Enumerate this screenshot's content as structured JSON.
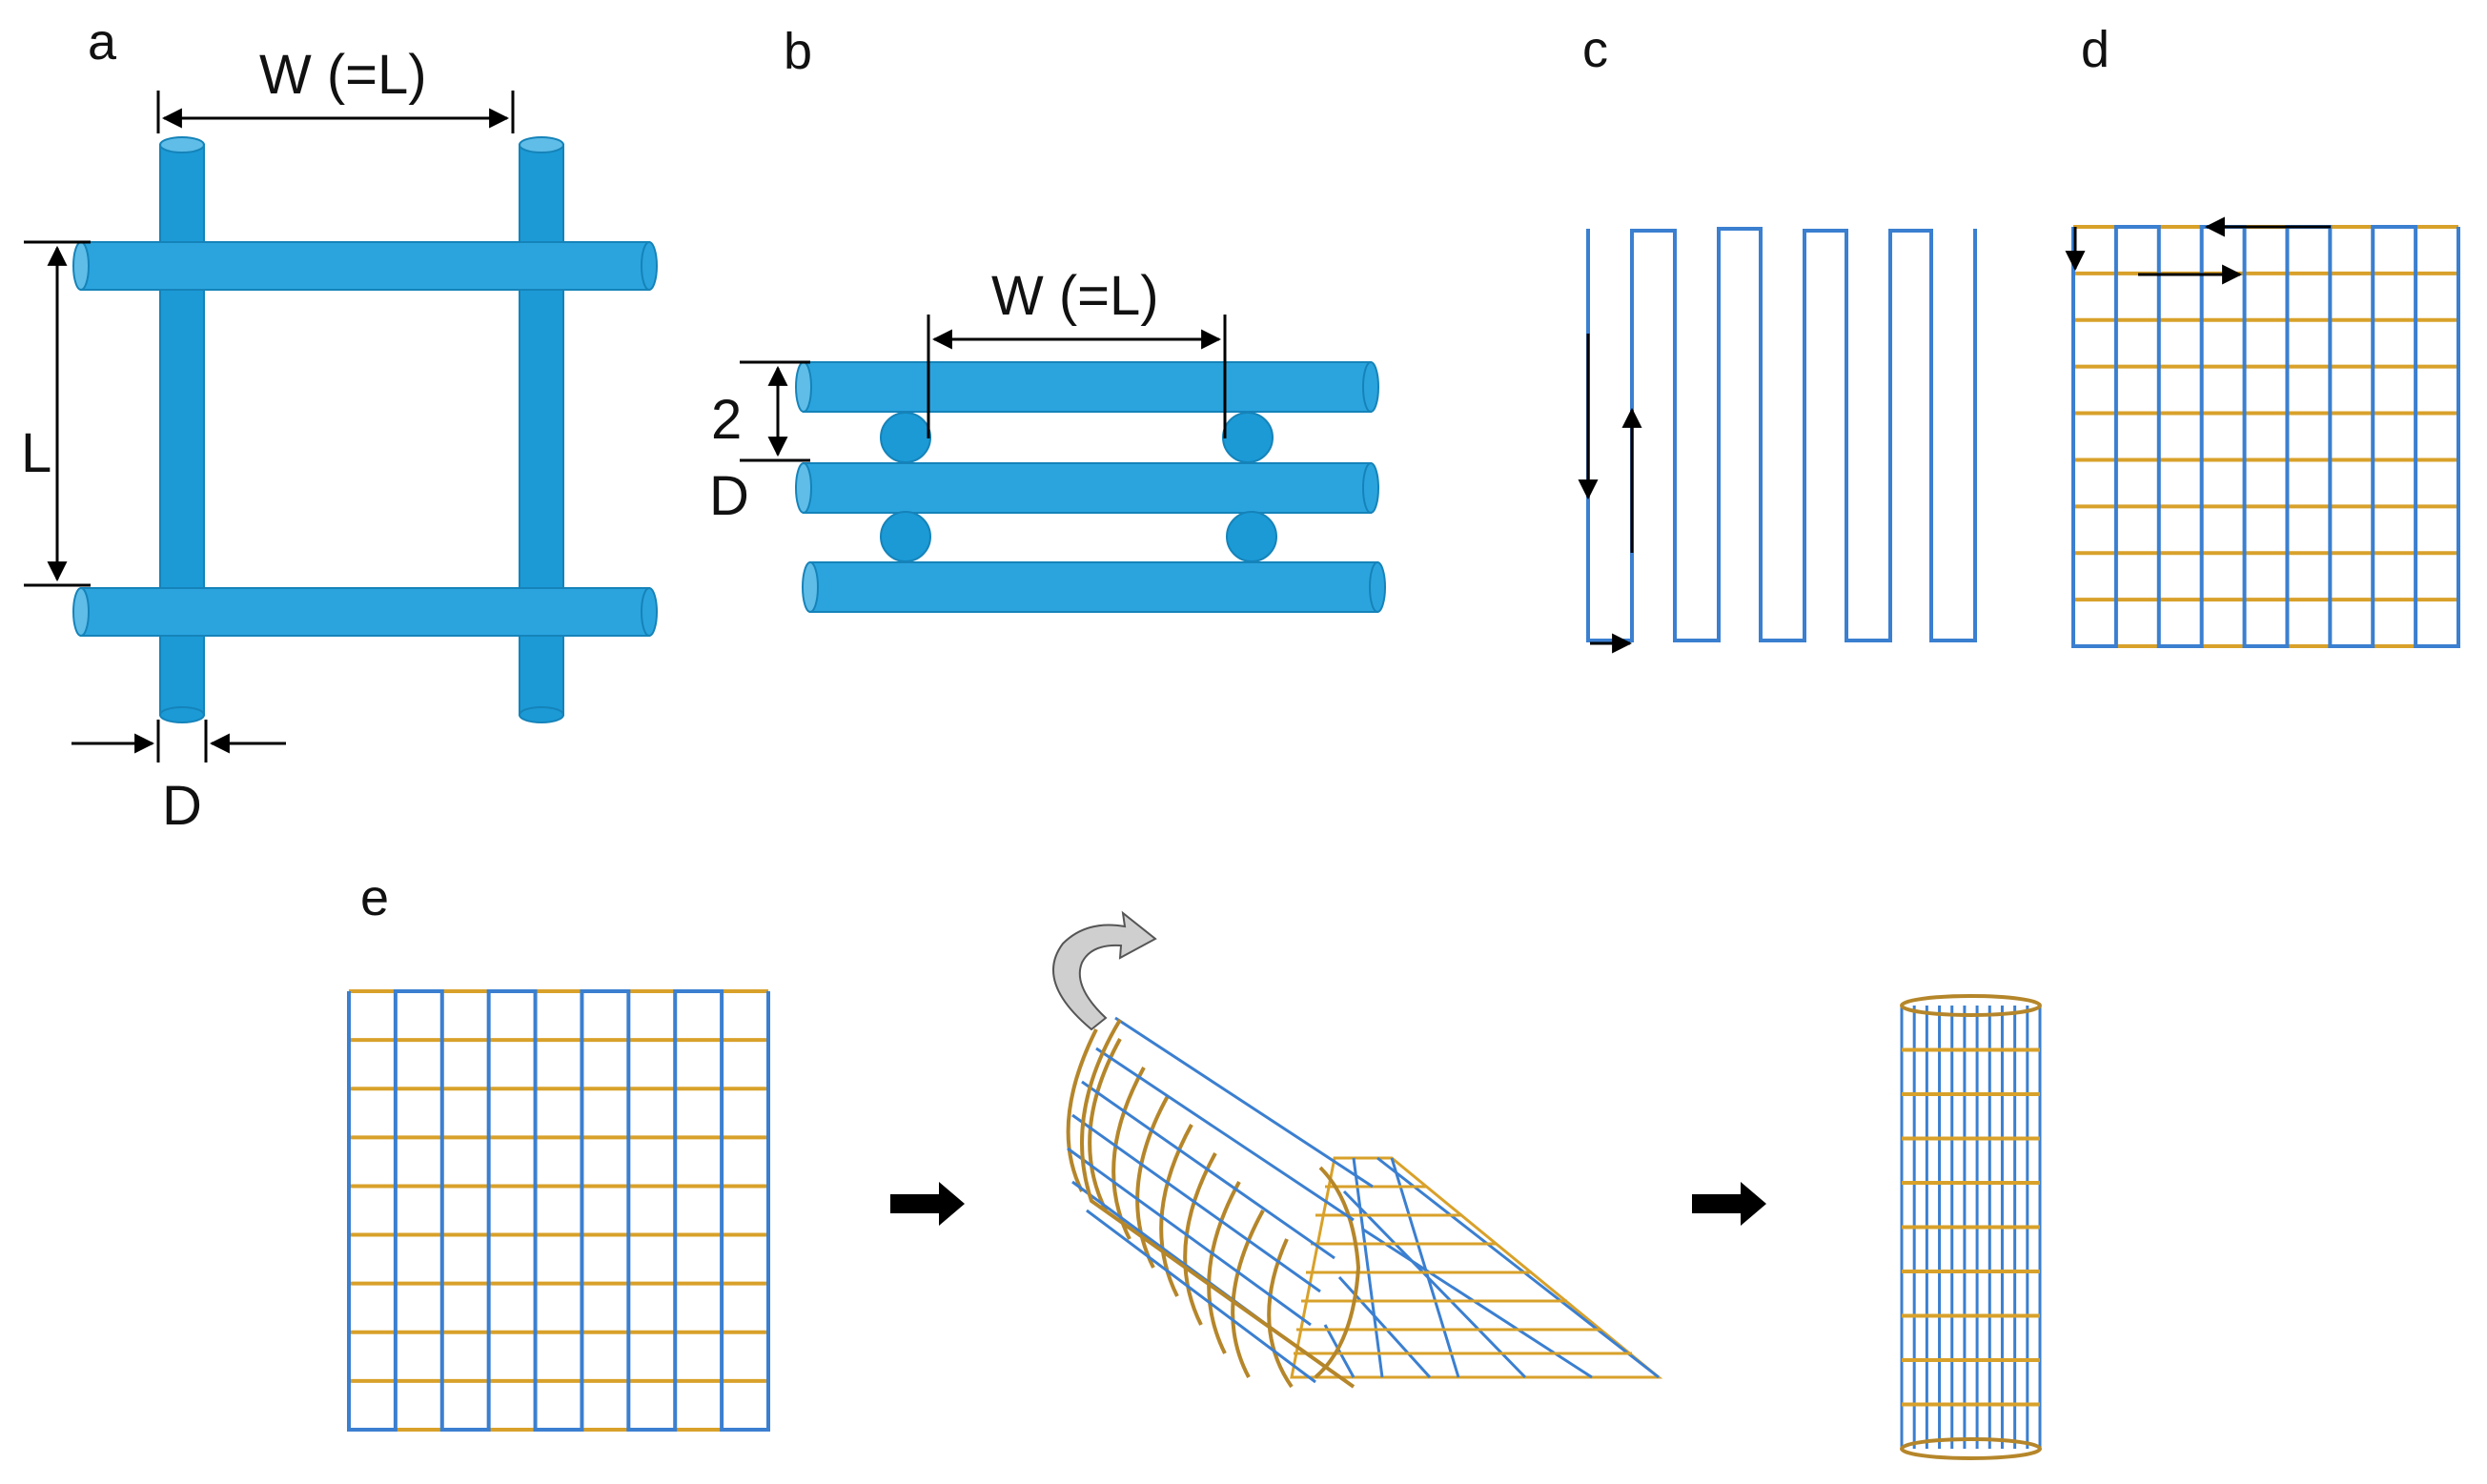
{
  "panels": {
    "a": {
      "letter": "a",
      "width_label": "W (=L)",
      "length_label": "L",
      "diameter_label": "D"
    },
    "b": {
      "letter": "b",
      "width_label": "W (=L)",
      "gap_label_line1": "2",
      "gap_label_line2": "D"
    },
    "c": {
      "letter": "c"
    },
    "d": {
      "letter": "d"
    },
    "e": {
      "letter": "e"
    }
  },
  "colors": {
    "fiber_blue": "#1b9ad6",
    "fiber_edge": "#1583b9",
    "path_blue": "#3b7fd0",
    "path_gold": "#d8a12a",
    "roll_gold": "#b5862a",
    "arrow": "#000000",
    "curl_arrow_fill": "#cfcfcf"
  },
  "icons": {
    "step_arrow": "right-arrow-icon",
    "curl_arrow": "curved-arrow-icon"
  }
}
